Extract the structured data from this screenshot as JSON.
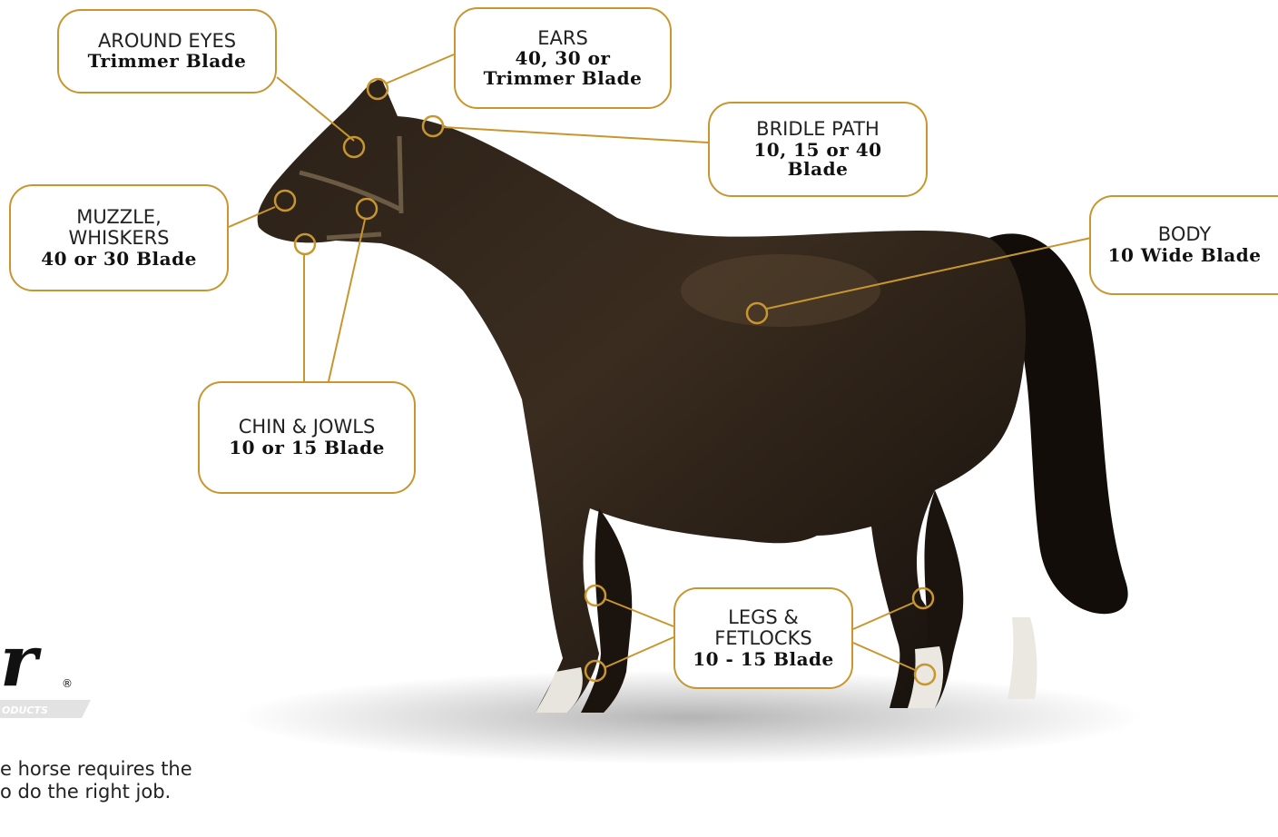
{
  "colors": {
    "accent": "#c8962e",
    "horse": "#1c1510"
  },
  "callouts": {
    "around_eyes": {
      "area": "AROUND EYES",
      "blade": "Trimmer Blade"
    },
    "ears": {
      "area": "EARS",
      "blade": "40, 30 or\nTrimmer Blade"
    },
    "bridle_path": {
      "area": "BRIDLE PATH",
      "blade": "10, 15 or 40\nBlade"
    },
    "body": {
      "area": "BODY",
      "blade": "10 Wide Blade"
    },
    "muzzle": {
      "area": "MUZZLE,\nWHISKERS",
      "blade": "40 or 30 Blade"
    },
    "chin": {
      "area": "CHIN & JOWLS",
      "blade": "10 or 15 Blade"
    },
    "legs": {
      "area": "LEGS &\nFETLOCKS",
      "blade": "10 - 15 Blade"
    }
  },
  "logo": {
    "mark": "r",
    "registered": "®",
    "tagline": "ODUCTS"
  },
  "caption": "e horse requires the\no do the right job."
}
